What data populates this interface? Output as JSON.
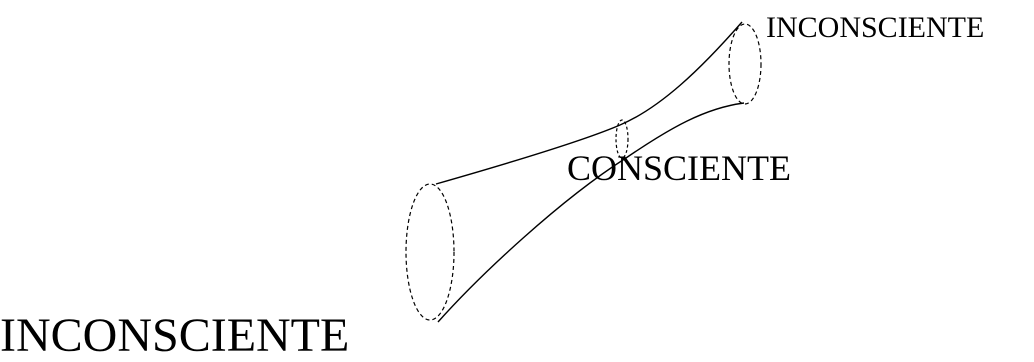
{
  "labels": {
    "top": "INCONSCIENTE",
    "middle": "CONSCIENTE",
    "bottom": "INCONSCIENTE"
  },
  "colors": {
    "stroke": "#000000",
    "background": "#ffffff"
  }
}
